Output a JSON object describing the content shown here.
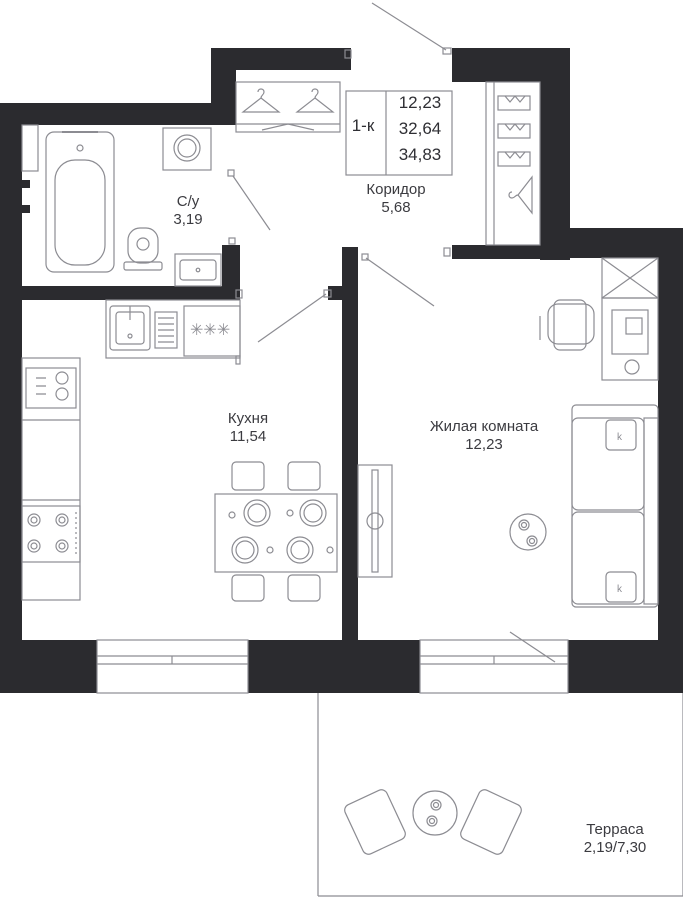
{
  "plan": {
    "apartment_type": "1-к",
    "areas": [
      "12,23",
      "32,64",
      "34,83"
    ]
  },
  "rooms": {
    "bathroom": {
      "name": "С/у",
      "area": "3,19"
    },
    "corridor": {
      "name": "Коридор",
      "area": "5,68"
    },
    "kitchen": {
      "name": "Кухня",
      "area": "11,54"
    },
    "living": {
      "name": "Жилая комната",
      "area": "12,23"
    },
    "terrace": {
      "name": "Терраса",
      "area": "2,19/7,30"
    }
  },
  "icons": {
    "stove": "four-burner-cooktop-icon",
    "sink": "kitchen-sink-icon",
    "bathtub": "bathtub-icon",
    "toilet": "toilet-icon",
    "washer": "washing-machine-icon",
    "desk": "desk-with-chair-icon",
    "sofa": "sofa-icon",
    "table": "dining-table-icon",
    "hanger": "coat-hanger-icon"
  },
  "colors": {
    "wall": "#2b2b2f",
    "line": "#8c8c92",
    "text": "#3b3b40"
  }
}
